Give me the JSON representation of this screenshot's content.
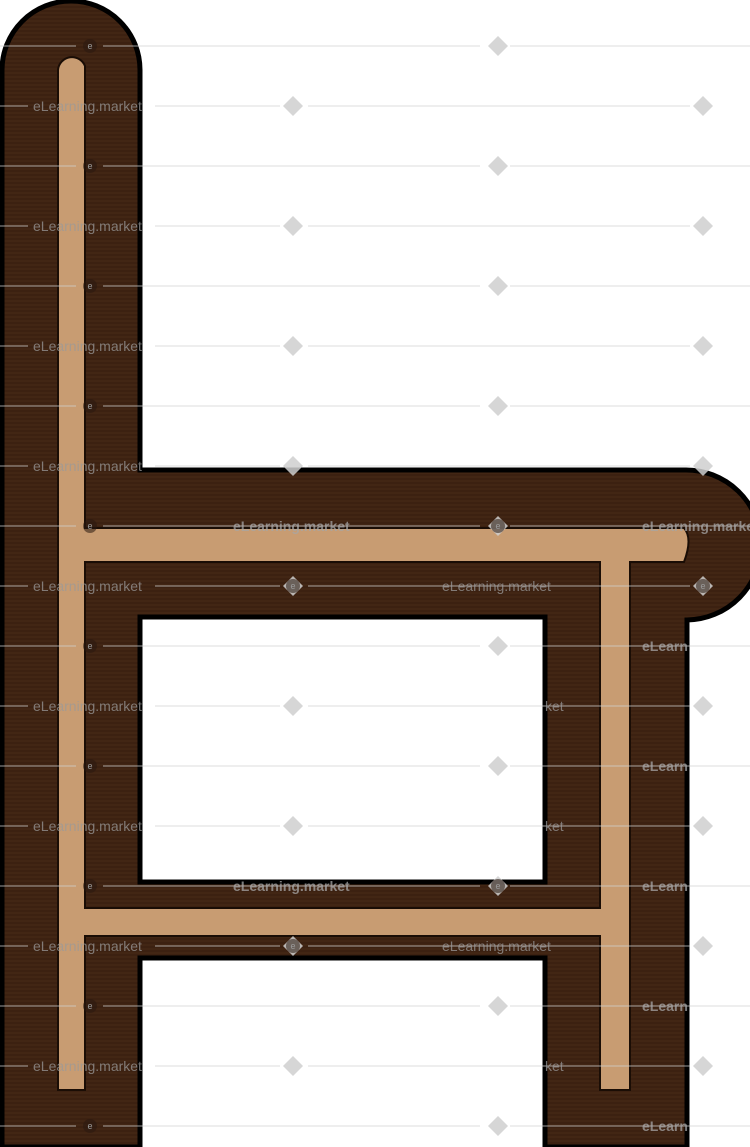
{
  "image": {
    "subject": "wooden chair side view",
    "colors": {
      "wood_dark": "#3f2312",
      "wood_light": "#c89c72",
      "outline": "#000000",
      "background": "#ffffff"
    }
  },
  "watermark": {
    "text": "eLearning.market",
    "short": "eLearn",
    "short_b": "ket",
    "e_glyph": "e"
  }
}
